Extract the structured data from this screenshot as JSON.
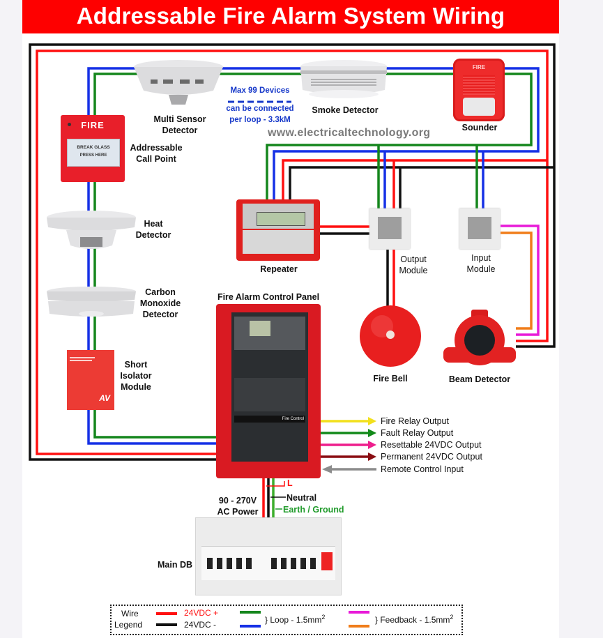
{
  "title": "Addressable Fire Alarm System Wiring",
  "watermark": "www.electricaltechnology.org",
  "note": {
    "line1": "Max 99 Devices",
    "line2": "can be connected",
    "line3": "per loop - 3.3kM"
  },
  "devices": {
    "multi_sensor": {
      "line1": "Multi Sensor",
      "line2": "Detector"
    },
    "smoke_detector": {
      "label": "Smoke Detector"
    },
    "sounder": {
      "label": "Sounder",
      "badge": "FIRE"
    },
    "call_point": {
      "line1": "Addressable",
      "line2": "Call Point",
      "badge": "FIRE",
      "glass1": "BREAK GLASS",
      "glass2": "PRESS HERE"
    },
    "heat_detector": {
      "line1": "Heat",
      "line2": "Detector"
    },
    "co_detector": {
      "line1": "Carbon",
      "line2": "Monoxide",
      "line3": "Detector"
    },
    "isolator": {
      "line1": "Short",
      "line2": "Isolator",
      "line3": "Module"
    },
    "repeater": {
      "label": "Repeater"
    },
    "output_module": {
      "line1": "Output",
      "line2": "Module"
    },
    "input_module": {
      "line1": "Input",
      "line2": "Module"
    },
    "control_panel": {
      "label": "Fire Alarm Control Panel",
      "strip": "Fire Control"
    },
    "fire_bell": {
      "label": "Fire Bell"
    },
    "beam_detector": {
      "label": "Beam Detector"
    },
    "main_db": {
      "label": "Main DB"
    }
  },
  "panel_outputs": [
    {
      "label": "Fire Relay Output",
      "color": "#f2e01c",
      "direction": "out"
    },
    {
      "label": "Fault Relay Output",
      "color": "#128a1a",
      "direction": "out"
    },
    {
      "label": "Resettable 24VDC Output",
      "color": "#ee1e8c",
      "direction": "out"
    },
    {
      "label": "Permanent 24VDC Output",
      "color": "#8a0d12",
      "direction": "out"
    },
    {
      "label": "Remote Control Input",
      "color": "#8c8c8c",
      "direction": "in"
    }
  ],
  "power": {
    "voltage_line1": "90 - 270V",
    "voltage_line2": "AC Power",
    "live": "L",
    "neutral": "Neutral",
    "earth": "Earth / Ground"
  },
  "legend": {
    "title1": "Wire",
    "title2": "Legend",
    "pos": "24VDC +",
    "neg": "24VDC -",
    "loop": "} Loop - 1.5mm",
    "loop_sup": "2",
    "feedback": "} Feedback - 1.5mm",
    "feedback_sup": "2"
  },
  "colors": {
    "red": "#ff1010",
    "black": "#111111",
    "green": "#14861c",
    "blue": "#1530e6",
    "magenta": "#e81ad8",
    "orange": "#f07d1a",
    "earth_text": "#1f9a2a"
  }
}
